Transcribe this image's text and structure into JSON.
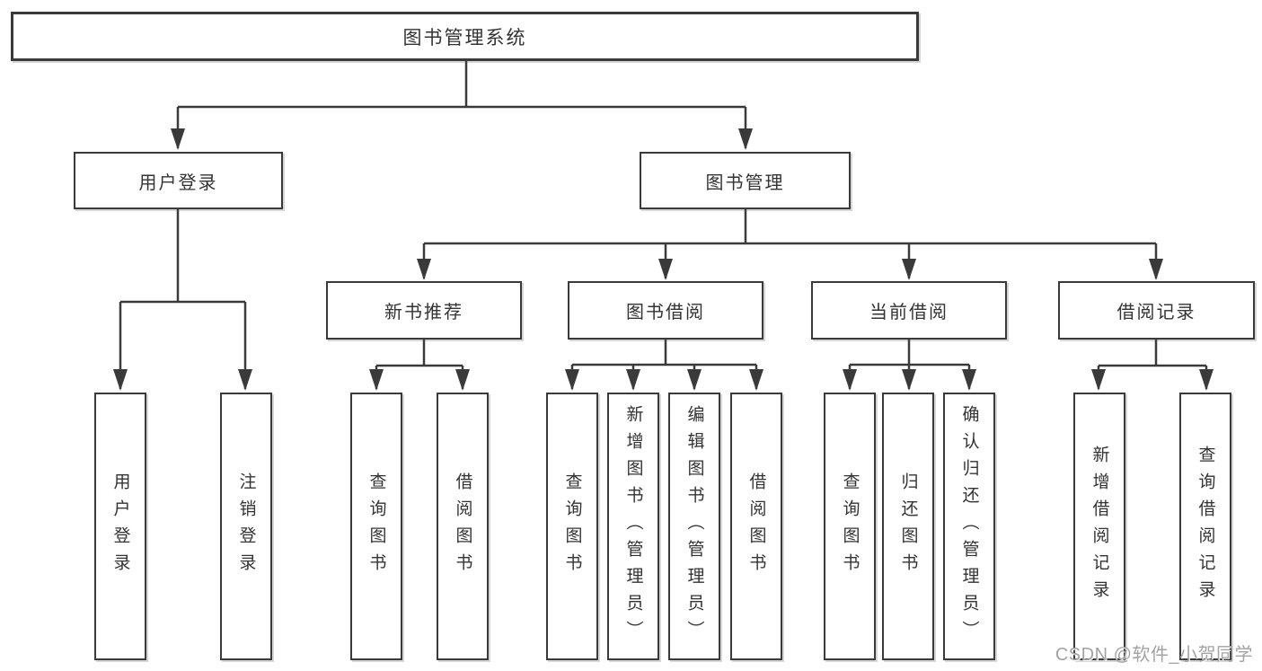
{
  "diagram": {
    "root": {
      "label": "图书管理系统"
    },
    "level2": [
      {
        "label": "用户登录"
      },
      {
        "label": "图书管理"
      }
    ],
    "level3": [
      {
        "label": "新书推荐"
      },
      {
        "label": "图书借阅"
      },
      {
        "label": "当前借阅"
      },
      {
        "label": "借阅记录"
      }
    ],
    "leaves": [
      {
        "label": "用户登录"
      },
      {
        "label": "注销登录"
      },
      {
        "label": "查询图书"
      },
      {
        "label": "借阅图书"
      },
      {
        "label": "查询图书"
      },
      {
        "label": "新增图书（管理员）"
      },
      {
        "label": "编辑图书（管理员）"
      },
      {
        "label": "借阅图书"
      },
      {
        "label": "查询图书"
      },
      {
        "label": "归还图书"
      },
      {
        "label": "确认归还（管理员）"
      },
      {
        "label": "新增借阅记录"
      },
      {
        "label": "查询借阅记录"
      }
    ]
  },
  "watermark": {
    "text": "CSDN @软件_小贺同学"
  },
  "colors": {
    "line": "#3a3a3a",
    "text": "#333333",
    "box_bg": "#ffffff",
    "watermark": "#a3a3a3",
    "page_bg": "#ffffff"
  }
}
